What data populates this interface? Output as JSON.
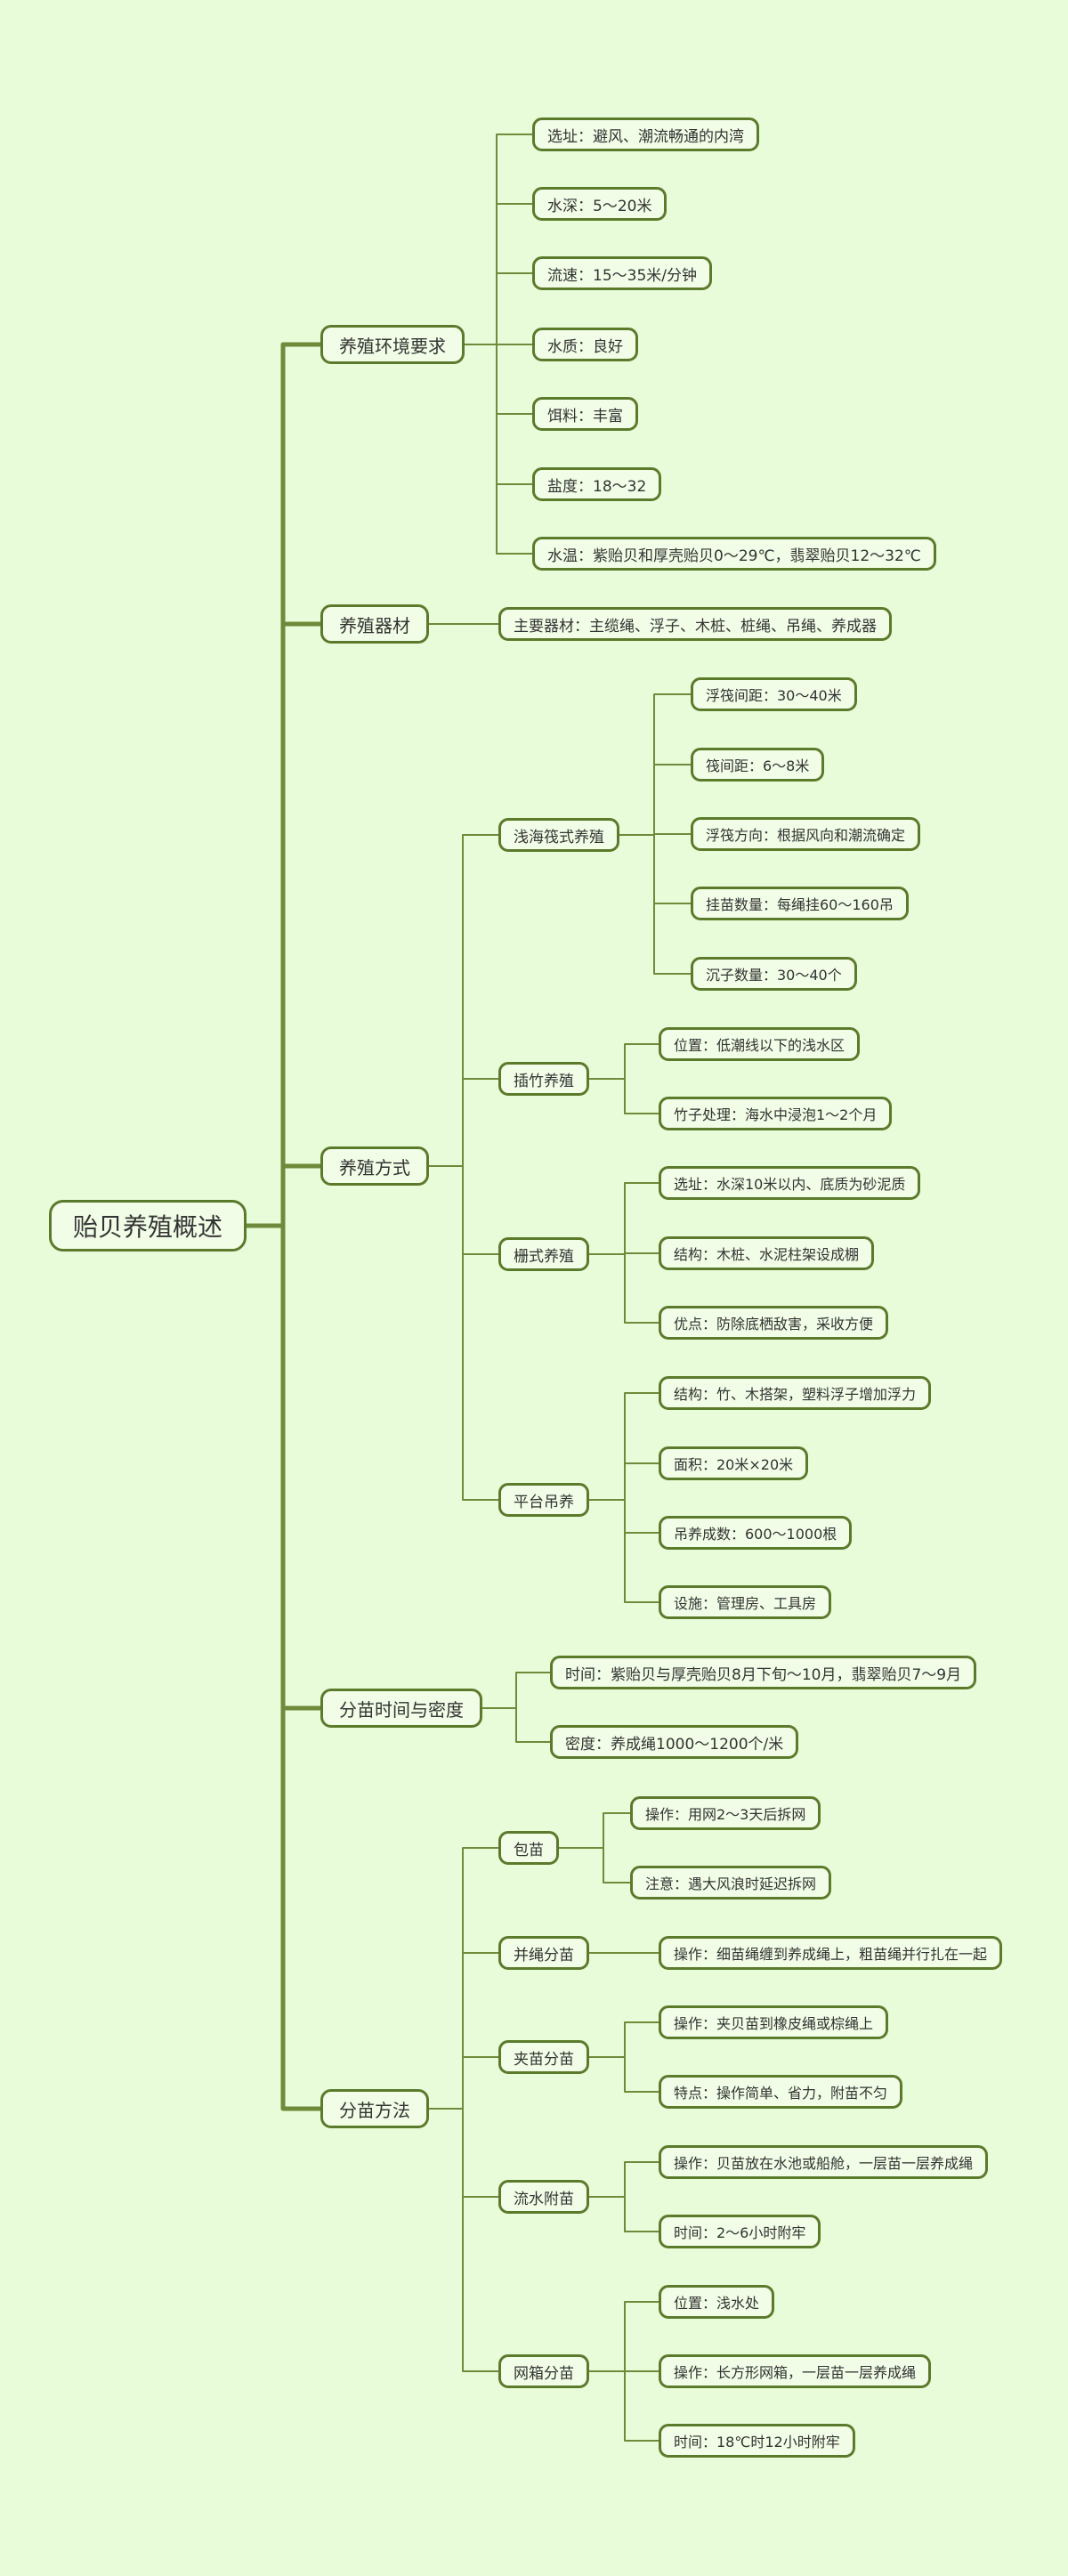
{
  "mindmap": {
    "root": "贻贝养殖概述",
    "branches": [
      {
        "label": "养殖环境要求",
        "children": [
          {
            "label": "选址：避风、潮流畅通的内湾"
          },
          {
            "label": "水深：5～20米"
          },
          {
            "label": "流速：15～35米/分钟"
          },
          {
            "label": "水质：良好"
          },
          {
            "label": "饵料：丰富"
          },
          {
            "label": "盐度：18～32"
          },
          {
            "label": "水温：紫贻贝和厚壳贻贝0～29℃，翡翠贻贝12～32℃"
          }
        ]
      },
      {
        "label": "养殖器材",
        "children": [
          {
            "label": "主要器材：主缆绳、浮子、木桩、桩绳、吊绳、养成器"
          }
        ]
      },
      {
        "label": "养殖方式",
        "children": [
          {
            "label": "浅海筏式养殖",
            "children": [
              {
                "label": "浮筏间距：30～40米"
              },
              {
                "label": "筏间距：6～8米"
              },
              {
                "label": "浮筏方向：根据风向和潮流确定"
              },
              {
                "label": "挂苗数量：每绳挂60～160吊"
              },
              {
                "label": "沉子数量：30～40个"
              }
            ]
          },
          {
            "label": "插竹养殖",
            "children": [
              {
                "label": "位置：低潮线以下的浅水区"
              },
              {
                "label": "竹子处理：海水中浸泡1～2个月"
              }
            ]
          },
          {
            "label": "栅式养殖",
            "children": [
              {
                "label": "选址：水深10米以内、底质为砂泥质"
              },
              {
                "label": "结构：木桩、水泥柱架设成棚"
              },
              {
                "label": "优点：防除底栖敌害，采收方便"
              }
            ]
          },
          {
            "label": "平台吊养",
            "children": [
              {
                "label": "结构：竹、木搭架，塑料浮子增加浮力"
              },
              {
                "label": "面积：20米×20米"
              },
              {
                "label": "吊养成数：600～1000根"
              },
              {
                "label": "设施：管理房、工具房"
              }
            ]
          }
        ]
      },
      {
        "label": "分苗时间与密度",
        "children": [
          {
            "label": "时间：紫贻贝与厚壳贻贝8月下旬～10月，翡翠贻贝7～9月"
          },
          {
            "label": "密度：养成绳1000～1200个/米"
          }
        ]
      },
      {
        "label": "分苗方法",
        "children": [
          {
            "label": "包苗",
            "children": [
              {
                "label": "操作：用网2～3天后拆网"
              },
              {
                "label": "注意：遇大风浪时延迟拆网"
              }
            ]
          },
          {
            "label": "并绳分苗",
            "children": [
              {
                "label": "操作：细苗绳缠到养成绳上，粗苗绳并行扎在一起"
              }
            ]
          },
          {
            "label": "夹苗分苗",
            "children": [
              {
                "label": "操作：夹贝苗到橡皮绳或棕绳上"
              },
              {
                "label": "特点：操作简单、省力，附苗不匀"
              }
            ]
          },
          {
            "label": "流水附苗",
            "children": [
              {
                "label": "操作：贝苗放在水池或船舱，一层苗一层养成绳"
              },
              {
                "label": "时间：2～6小时附牢"
              }
            ]
          },
          {
            "label": "网箱分苗",
            "children": [
              {
                "label": "位置：浅水处"
              },
              {
                "label": "操作：长方形网箱，一层苗一层养成绳"
              },
              {
                "label": "时间：18℃时12小时附牢"
              }
            ]
          }
        ]
      }
    ],
    "colors": {
      "background": "#e9fcd9",
      "node_fill": "#f1fde6",
      "border": "#5c7a2c",
      "line": "#6e8a3a"
    }
  }
}
